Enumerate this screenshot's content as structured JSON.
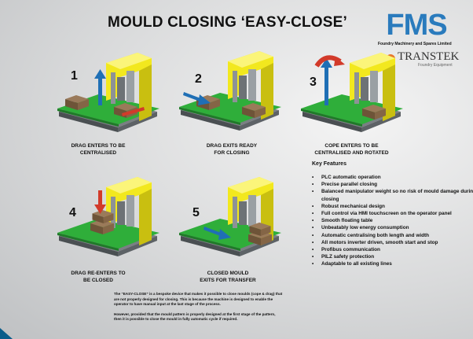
{
  "title": "MOULD CLOSING ‘EASY-CLOSE’",
  "logos": {
    "fms": "FMS",
    "fms_subtitle": "Foundry Machinery and Spares Limited",
    "transtek": "TRANSTEK",
    "transtek_subtitle": "Foundry Equipment"
  },
  "steps": [
    {
      "number": "1",
      "caption_line1": "DRAG ENTERS TO BE",
      "caption_line2": "CENTRALISED"
    },
    {
      "number": "2",
      "caption_line1": "DRAG EXITS READY",
      "caption_line2": "FOR CLOSING"
    },
    {
      "number": "3",
      "caption_line1": "COPE ENTERS TO BE",
      "caption_line2": "CENTRALISED AND ROTATED"
    },
    {
      "number": "4",
      "caption_line1": "DRAG RE-ENTERS TO",
      "caption_line2": "BE CLOSED"
    },
    {
      "number": "5",
      "caption_line1": "CLOSED MOULD",
      "caption_line2": "EXITS FOR TRANSFER"
    }
  ],
  "key_features": {
    "title": "Key Features",
    "items": [
      "PLC automatic operation",
      "Precise parallel closing",
      "Balanced manipulator weight so no risk of mould damage during closing",
      "Robust mechanical design",
      "Full control via HMI touchscreen on the operator panel",
      "Smooth floating table",
      "Unbeatably low energy consumption",
      "Automatic centralising both length and width",
      "All motors inverter driven, smooth start and stop",
      "Profibus communication",
      "PILZ safety protection",
      "Adaptable to all existing lines"
    ]
  },
  "description": [
    "The “EASY-CLOSE” is a bespoke device that makes it possible to close moulds (cope & drag) that are not properly designed for closing. This is because the machine is designed to enable the operator to have manual input at the last stage of the process.",
    "However, provided that the mould pattern is properly designed at the first stage of the pattern, then it is possible to close the mould in fully automatic cycle if required."
  ],
  "colors": {
    "yellow": "#f2e81e",
    "green": "#2fae3a",
    "blue": "#1f6fb5",
    "red": "#d23a2a",
    "fms_blue": "#2a7bbd"
  }
}
